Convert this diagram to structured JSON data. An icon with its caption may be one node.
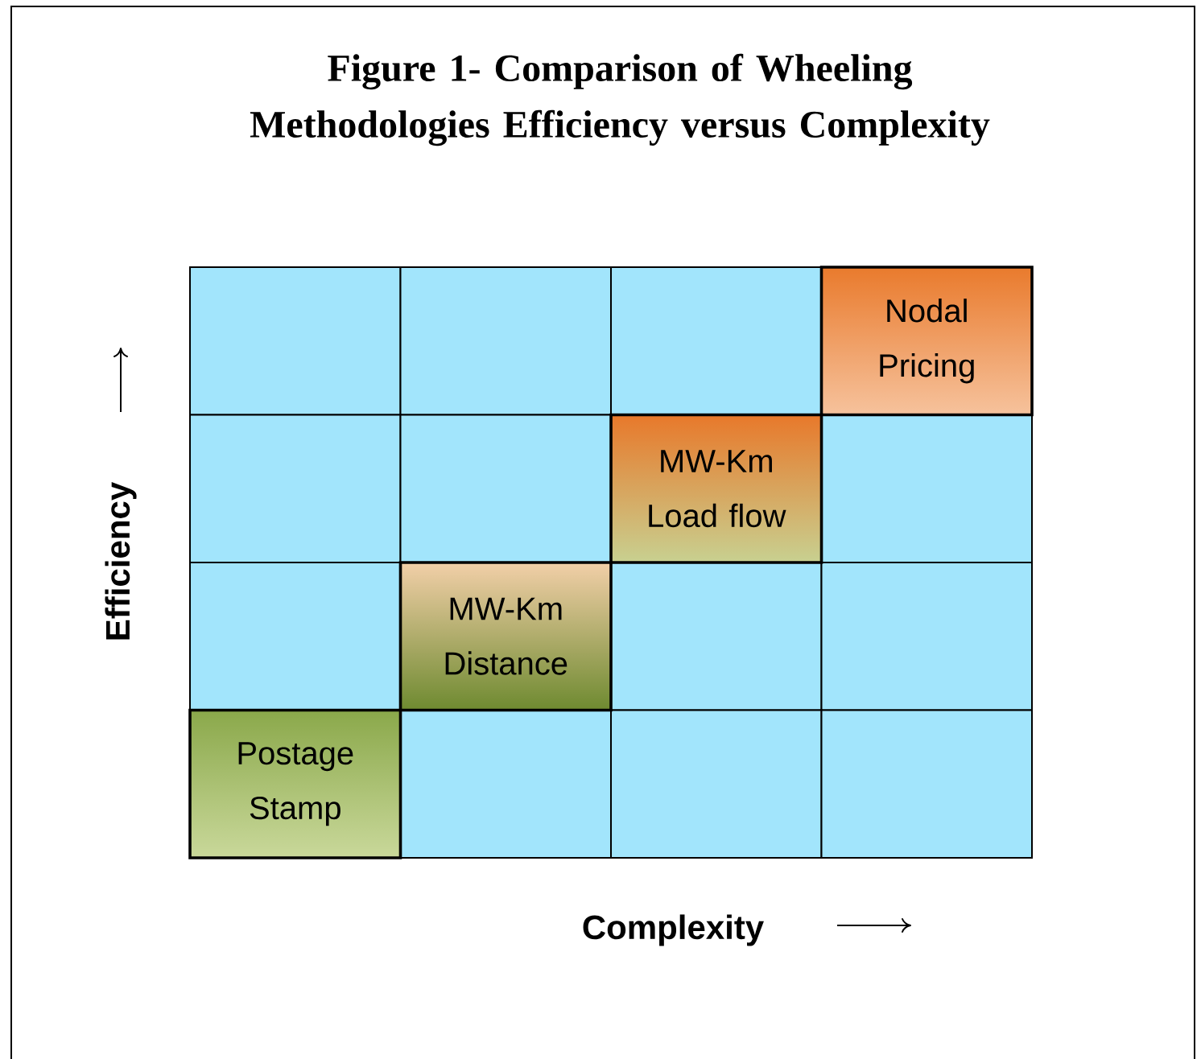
{
  "diagram": {
    "title": "Figure 1- Comparison of Wheeling Methodologies Efficiency versus Complexity",
    "nodes": [
      {
        "text": [],
        "shape": "box"
      },
      {
        "text": [],
        "shape": "box"
      },
      {
        "text": [],
        "shape": "box"
      },
      {
        "text": [
          "Nodal Pricing"
        ]
      },
      {
        "text": [],
        "shape": "box"
      },
      {
        "text": [],
        "shape": "box"
      },
      {
        "text": [
          "MW-Km Load flow"
        ]
      },
      {
        "text": [],
        "shape": "box"
      },
      {
        "text": [],
        "shape": "box"
      },
      {
        "text": [
          "MW-Km Distance"
        ]
      },
      {
        "text": [],
        "shape": "box"
      },
      {
        "text": [],
        "shape": "box"
      },
      {
        "text": [
          "Postage Stamp"
        ]
      },
      {
        "text": [],
        "shape": "box"
      },
      {
        "text": [],
        "shape": "box"
      },
      {
        "text": [],
        "shape": "box"
      }
    ],
    "edges": [],
    "labels": [
      "Efficiency",
      "Complexity"
    ]
  }
}
